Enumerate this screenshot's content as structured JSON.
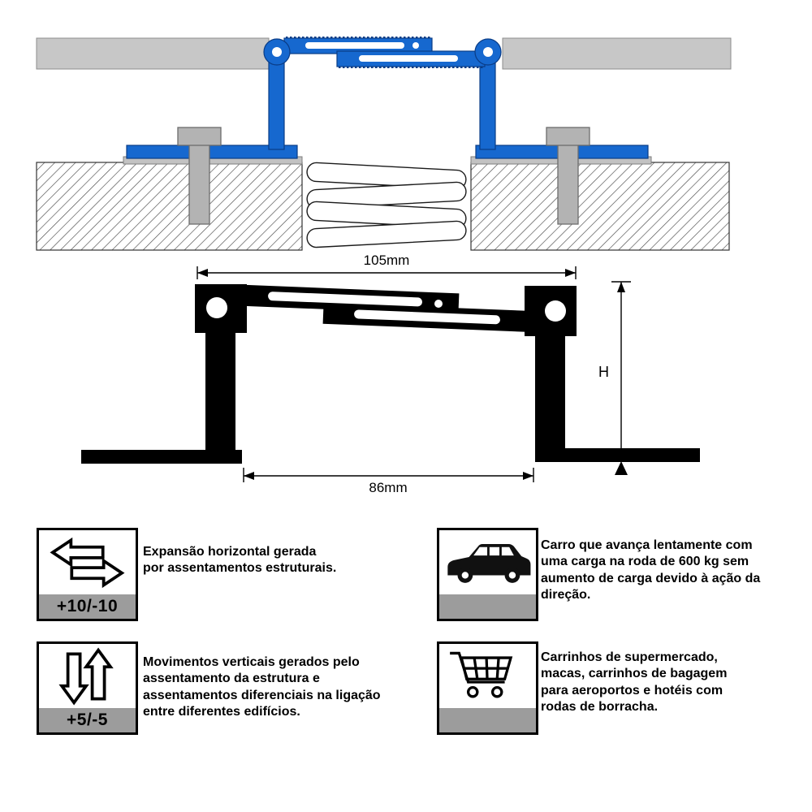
{
  "installation_view": {
    "description": "expansion-joint-installed-cross-section",
    "colors": {
      "profile_blue": "#1668cf",
      "profile_blue_edge": "#0a3c86",
      "floor_gray": "#c7c7c7",
      "anchor_gray": "#b3b3b3",
      "band_gray": "#9c9c9c",
      "line_black": "#000000"
    }
  },
  "profile_view": {
    "dim_top": "105mm",
    "dim_bottom": "86mm",
    "dim_height": "H"
  },
  "features": [
    {
      "icon": "horizontal-arrows-icon",
      "badge": "+10/-10",
      "text": "Expansão horizontal gerada por assentamentos estruturais."
    },
    {
      "icon": "vertical-arrows-icon",
      "badge": "+5/-5",
      "text": "Movimentos verticais gerados pelo assentamento da estrutura e assentamentos diferenciais na ligação entre diferentes edifícios."
    },
    {
      "icon": "car-icon",
      "badge": "",
      "text": "Carro que avança lentamente com uma carga na roda de 600 kg sem aumento de carga devido à ação da direção."
    },
    {
      "icon": "shopping-cart-icon",
      "badge": "",
      "text": "Carrinhos de supermercado, macas, carrinhos de bagagem para aeroportos e hotéis com rodas de borracha."
    }
  ]
}
